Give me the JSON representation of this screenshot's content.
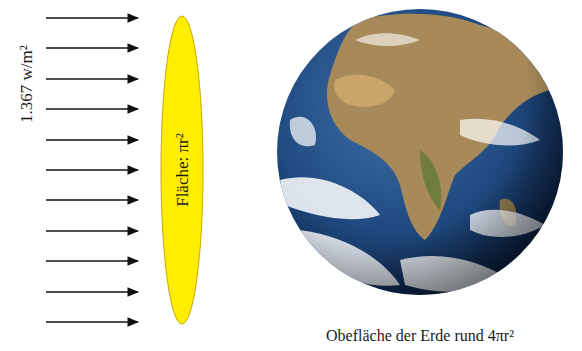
{
  "diagram": {
    "nodes": [
      {
        "text": [
          "Fläche: πr²"
        ]
      }
    ],
    "labels": [
      "1.367 w/m²",
      "Obefläche der Erde rund 4πr²"
    ]
  }
}
